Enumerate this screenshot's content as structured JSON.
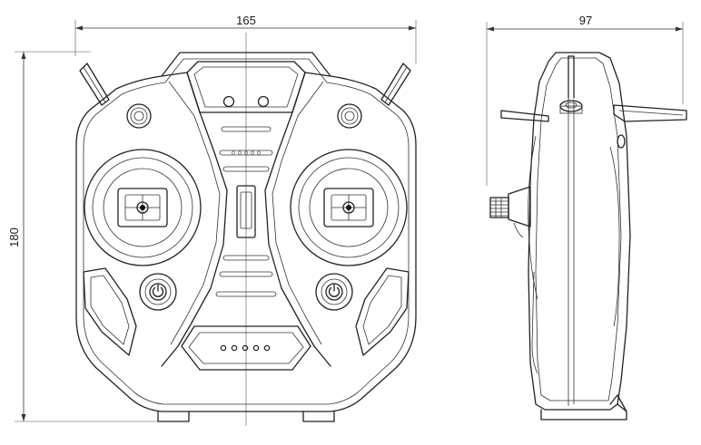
{
  "dimensions": {
    "front_width": "165",
    "front_height": "180",
    "side_depth": "97"
  },
  "colors": {
    "line": "#222222",
    "background": "#ffffff"
  }
}
